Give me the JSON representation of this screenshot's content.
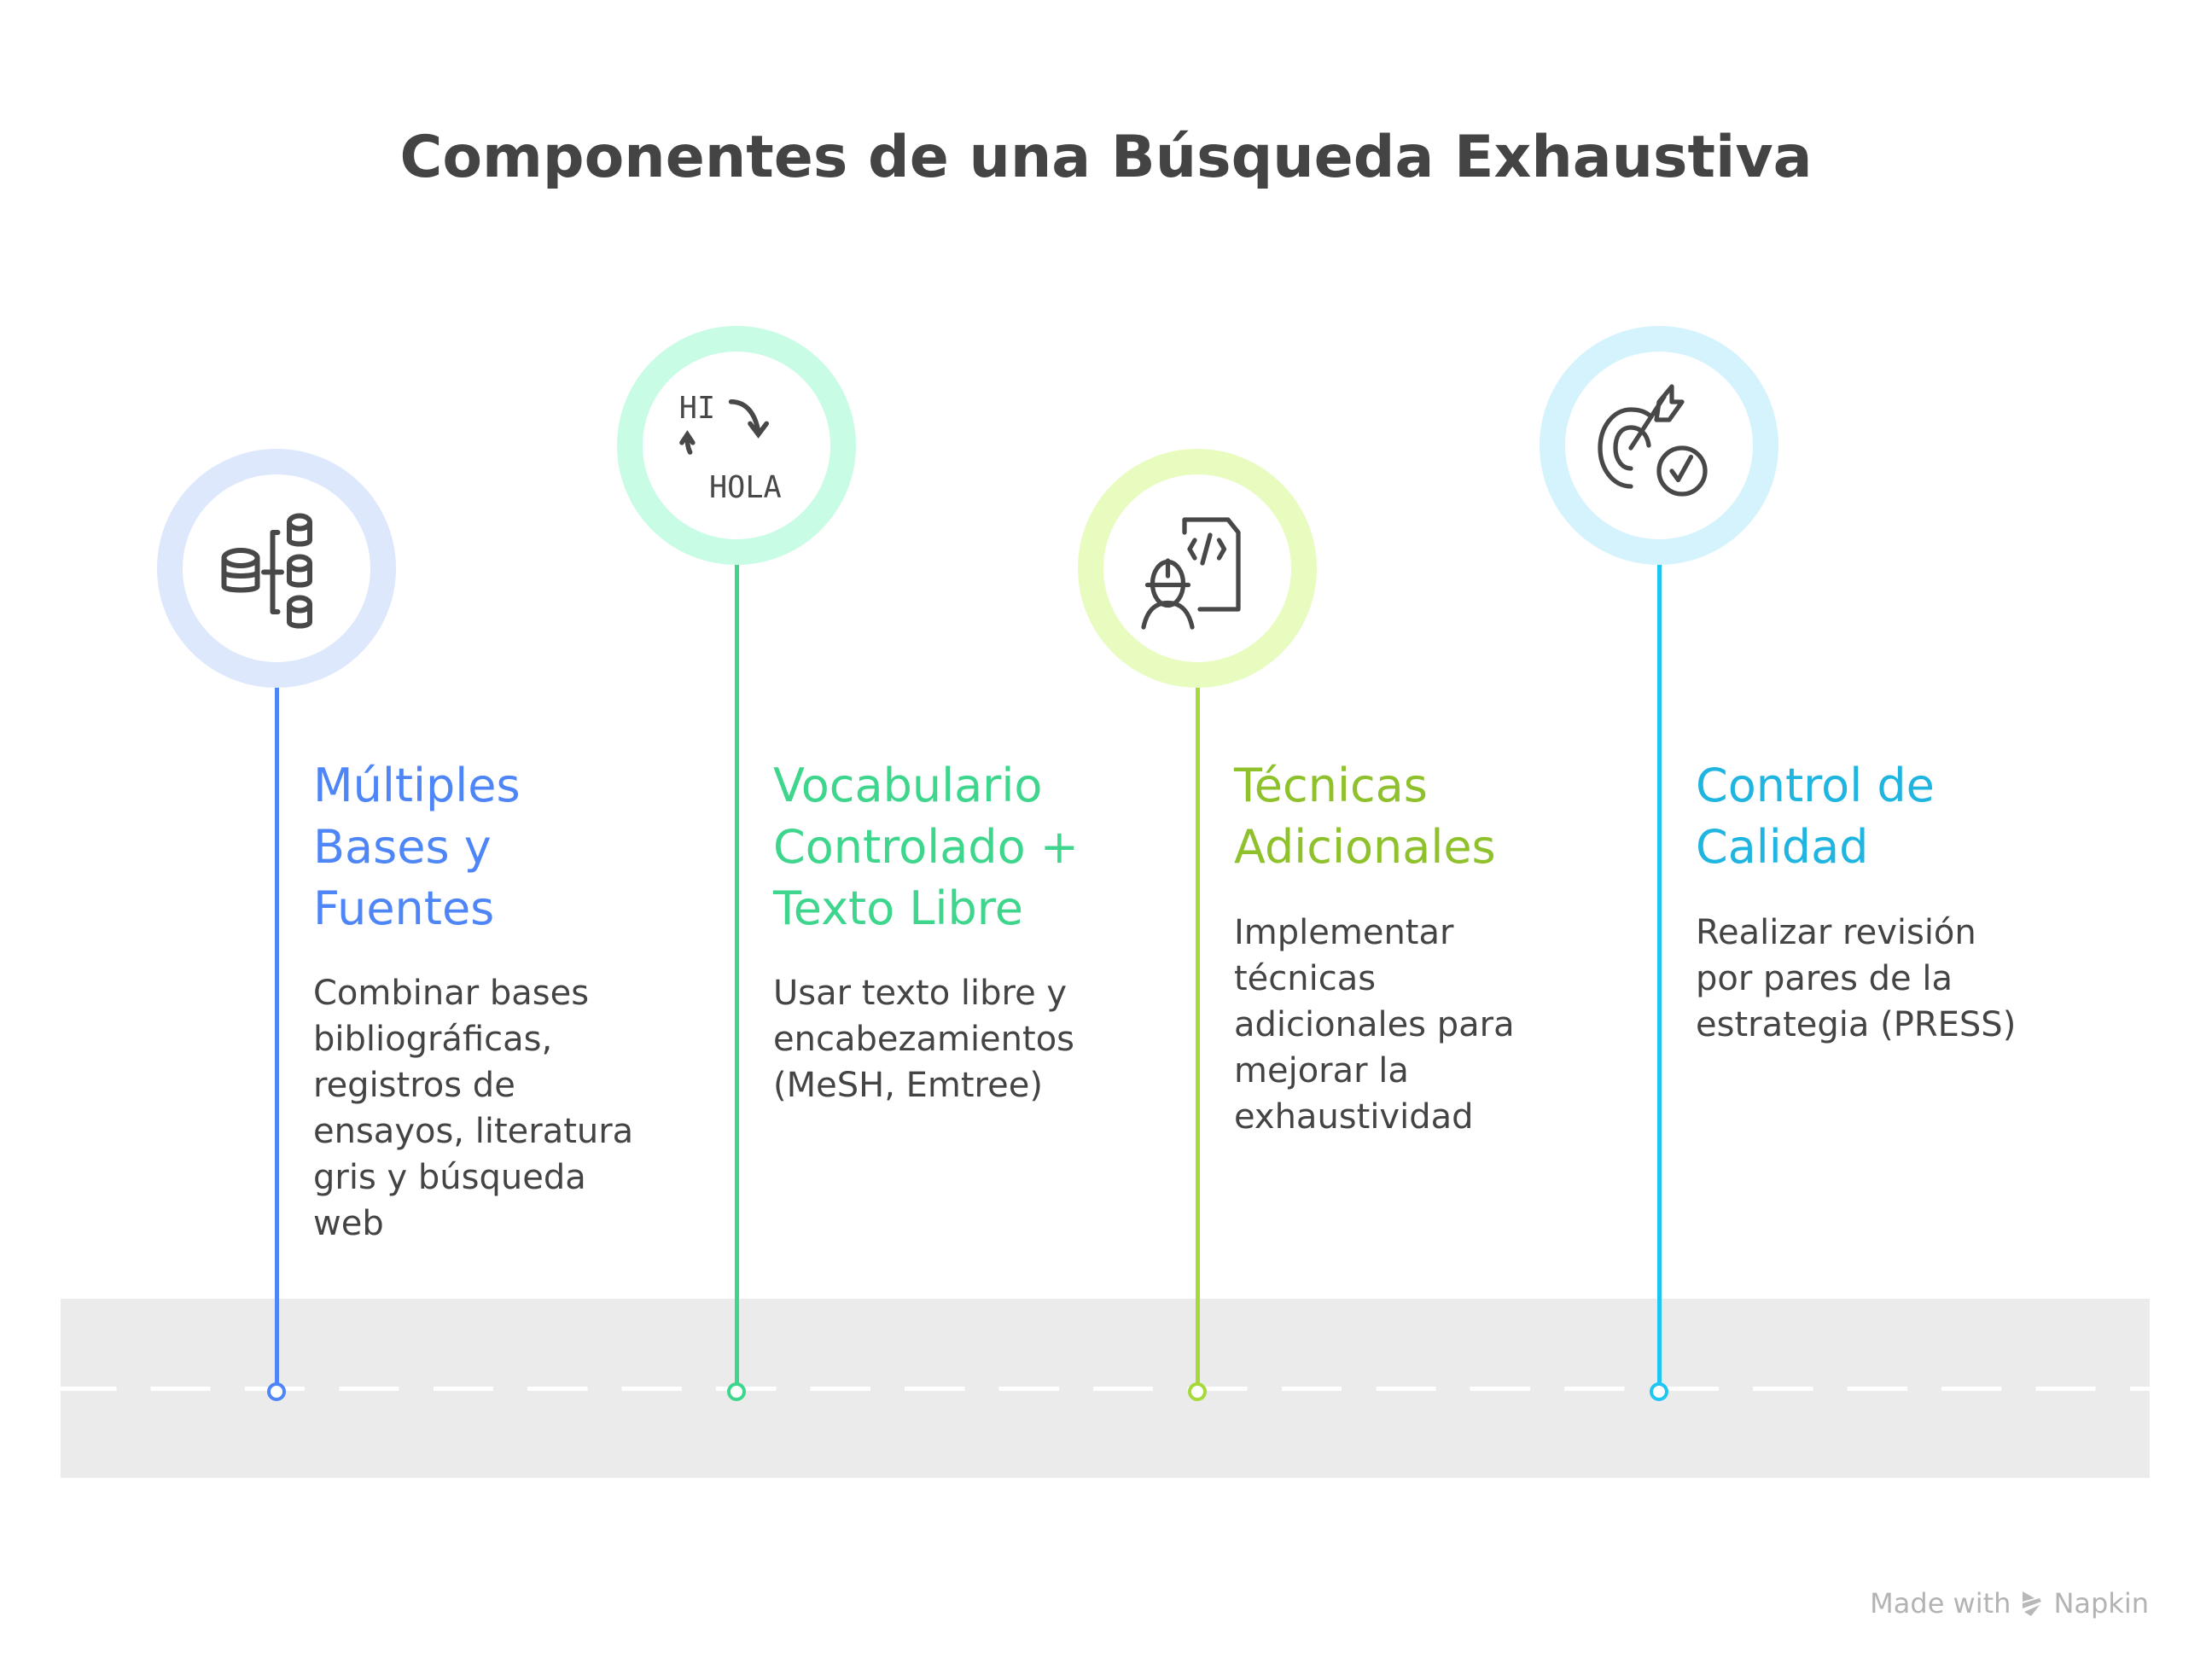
{
  "title": "Componentes de una Búsqueda Exhaustiva",
  "steps": [
    {
      "heading": [
        "Múltiples",
        "Bases y",
        "Fuentes"
      ],
      "body": [
        "Combinar bases",
        "bibliográficas,",
        "registros de",
        "ensayos, literatura",
        "gris y búsqueda",
        "web"
      ],
      "icon": "database-network-icon",
      "color": "#4f86f7",
      "ring": "#dde8fd"
    },
    {
      "heading": [
        "Vocabulario",
        "Controlado +",
        "Texto Libre"
      ],
      "body": [
        "Usar texto libre y",
        "encabezamientos",
        "(MeSH, Emtree)"
      ],
      "icon": "translate-icon",
      "icon_text": [
        "HI",
        "HOLA"
      ],
      "color": "#3dd68c",
      "ring": "#c8fce4"
    },
    {
      "heading": [
        "Técnicas",
        "Adicionales"
      ],
      "body": [
        "Implementar",
        "técnicas",
        "adicionales para",
        "mejorar la",
        "exhaustividad"
      ],
      "icon": "developer-code-icon",
      "color": "#8fc12d",
      "ring": "#e8fcc0"
    },
    {
      "heading": [
        "Control de",
        "Calidad"
      ],
      "body": [
        "Realizar revisión",
        "por pares de la",
        "estrategia (PRESS)"
      ],
      "icon": "target-check-icon",
      "color": "#1fb5e0",
      "ring": "#d4f3fc"
    }
  ],
  "watermark": {
    "prefix": "Made with",
    "brand": "Napkin"
  }
}
